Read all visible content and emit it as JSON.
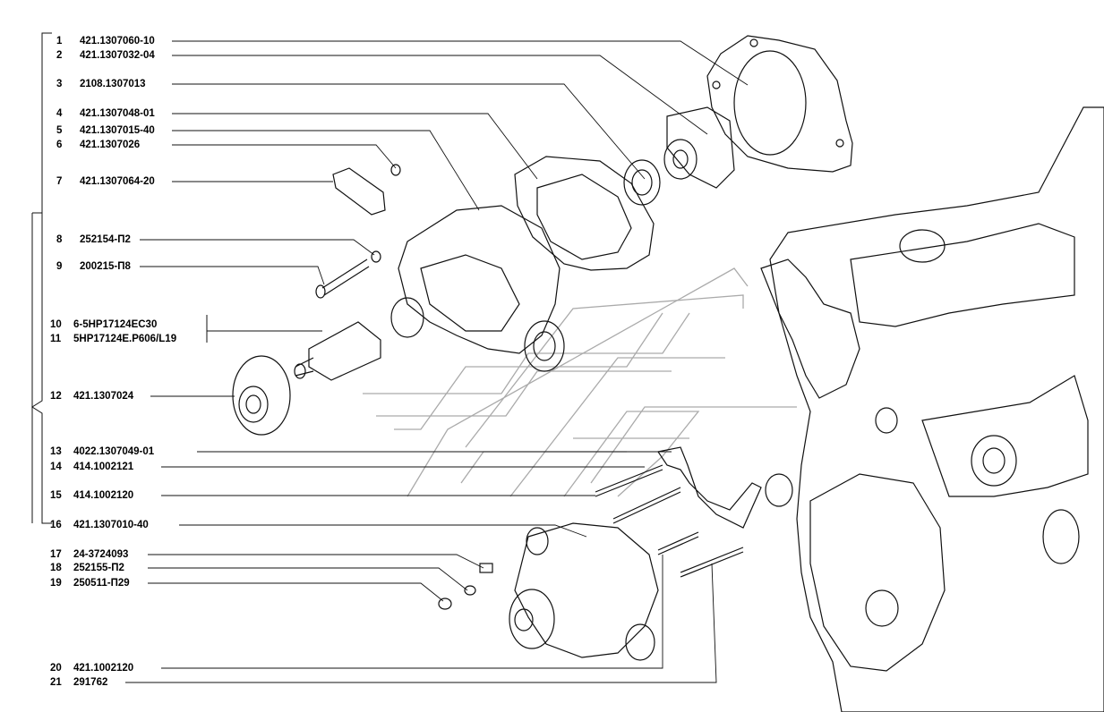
{
  "parts": [
    {
      "num": "1",
      "code": "421.1307060-10"
    },
    {
      "num": "2",
      "code": "421.1307032-04"
    },
    {
      "num": "3",
      "code": "2108.1307013"
    },
    {
      "num": "4",
      "code": "421.1307048-01"
    },
    {
      "num": "5",
      "code": "421.1307015-40"
    },
    {
      "num": "6",
      "code": "421.1307026"
    },
    {
      "num": "7",
      "code": "421.1307064-20"
    },
    {
      "num": "8",
      "code": "252154-П2"
    },
    {
      "num": "9",
      "code": "200215-П8"
    },
    {
      "num": "10",
      "code": "6-5НР17124ЕС30"
    },
    {
      "num": "11",
      "code": "5НР17124Е.Р606/L19"
    },
    {
      "num": "12",
      "code": "421.1307024"
    },
    {
      "num": "13",
      "code": "4022.1307049-01"
    },
    {
      "num": "14",
      "code": "414.1002121"
    },
    {
      "num": "15",
      "code": "414.1002120"
    },
    {
      "num": "16",
      "code": "421.1307010-40"
    },
    {
      "num": "17",
      "code": "24-3724093"
    },
    {
      "num": "18",
      "code": "252155-П2"
    },
    {
      "num": "19",
      "code": "250511-П29"
    },
    {
      "num": "20",
      "code": "421.1002120"
    },
    {
      "num": "21",
      "code": "291762"
    }
  ]
}
